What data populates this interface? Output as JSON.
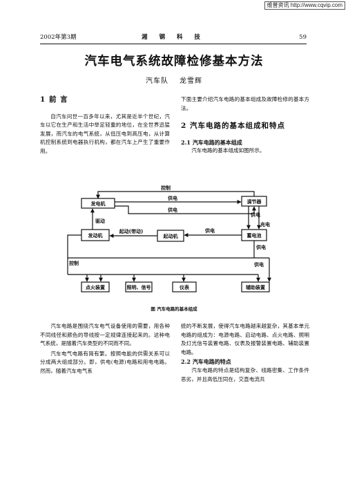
{
  "watermark": "维普资讯 http://www.cqvip.com",
  "header": {
    "issue": "2002年第3期",
    "journal": "湘 钢 科 技",
    "page": "59"
  },
  "title": "汽车电气系统故障检修基本方法",
  "authors": [
    "汽车队",
    "龙雪辉"
  ],
  "section1": {
    "heading": "1  前    言",
    "para": "自汽车问世一百多年以来，尤其是近半个世纪，汽车以它在生产和生活中举足轻重的地位，在全世界迅猛发展，而汽车的电气系统，从低压电到高压电，从计算机控制系统到电器执行机构，都在汽车上产生了重要作用。"
  },
  "right_top": {
    "para": "下面主要介绍汽车电路的基本组成及故障检修的基本方法。",
    "heading2": "2  汽车电路的基本组成和特点",
    "heading21": "2.1   汽车电路的基本组成",
    "para21": "汽车电路的基本组成如图所示。"
  },
  "diagram": {
    "boxes": {
      "generator": "发电机",
      "regulator": "调节器",
      "starter_motor": "发动机",
      "starter": "起动机",
      "battery": "蓄电池",
      "ignition": "点火装置",
      "lighting": "照明、信号",
      "instruments": "仪表",
      "auxiliary": "辅助装置"
    },
    "labels": {
      "control_top": "控制",
      "supply1": "供电",
      "supply2": "供电",
      "drive": "驱动",
      "supply_reg": "供电",
      "charge": "充电",
      "start_drive": "起动(带动)",
      "supply3": "供电",
      "supply4": "供电",
      "control_left": "控制",
      "supply5": "供电"
    }
  },
  "caption": "图    汽车电路的基本组成",
  "bottom_left": {
    "para1": "汽车电路是围绕汽车电气设备使用的需要，用各种不同线径和颜色的导线按一定规律连接起来的。这种电气系统，是随着汽车类型的不同而不同。",
    "para2": "汽车电气电路有简有繁。按照电能的供需关系可以分成两大组成部分。即，供电(电源)电路和用电电路。然而，随着汽车电气系"
  },
  "bottom_right": {
    "para1": "统的不断发展，使得汽车电路越来越复杂，其基本单元电路的组成为：电源电路、启动电路、点火电路、照明及灯光信号装置电路、仪表及报警装置电路、辅助装置电路。",
    "heading22": "2.2   汽车电路的特点",
    "para2": "汽车电路的特点是结构复杂、线路密集、工作条件恶劣，并且高低压同在，交直电流共"
  }
}
